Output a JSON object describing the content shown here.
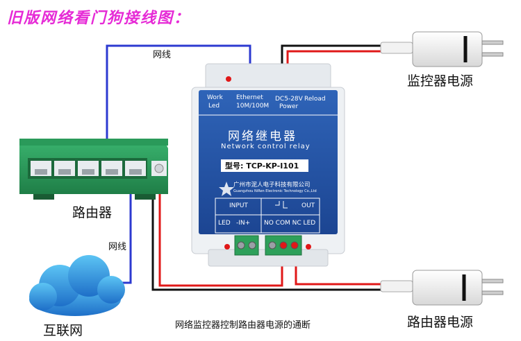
{
  "title": "旧版网络看门狗接线图：",
  "labels": {
    "router": "路由器",
    "internet": "互联网",
    "monitor_power": "监控器电源",
    "router_power": "路由器电源",
    "cable_top": "网线",
    "cable_left": "网线",
    "caption": "网络监控器控制路由器电源的通断"
  },
  "relay": {
    "indicators": {
      "work": "Work",
      "led": "Led",
      "ethernet": "Ethernet",
      "speed": "10M/100M",
      "voltage": "DC5-28V",
      "power": "Power",
      "reload": "Reload"
    },
    "name_cn": "网络继电器",
    "name_en": "Network control relay",
    "model": "型号: TCP-KP-I101",
    "company_cn": "广州市泥人电子科技有限公司",
    "company_en": "Guangzhou NiRen Electronic Technology Co.,Ltd",
    "panel": {
      "input": "INPUT",
      "output": "OUT",
      "led": "LED",
      "in_plus": "-IN+",
      "terminals": "NO COM NC LED"
    }
  },
  "colors": {
    "title": "#e62ad6",
    "relay_blue": "#2454a8",
    "router_green": "#2a9a5a",
    "cable_blue": "#2c3ad0",
    "wire_red": "#e01818",
    "wire_black": "#111111"
  }
}
